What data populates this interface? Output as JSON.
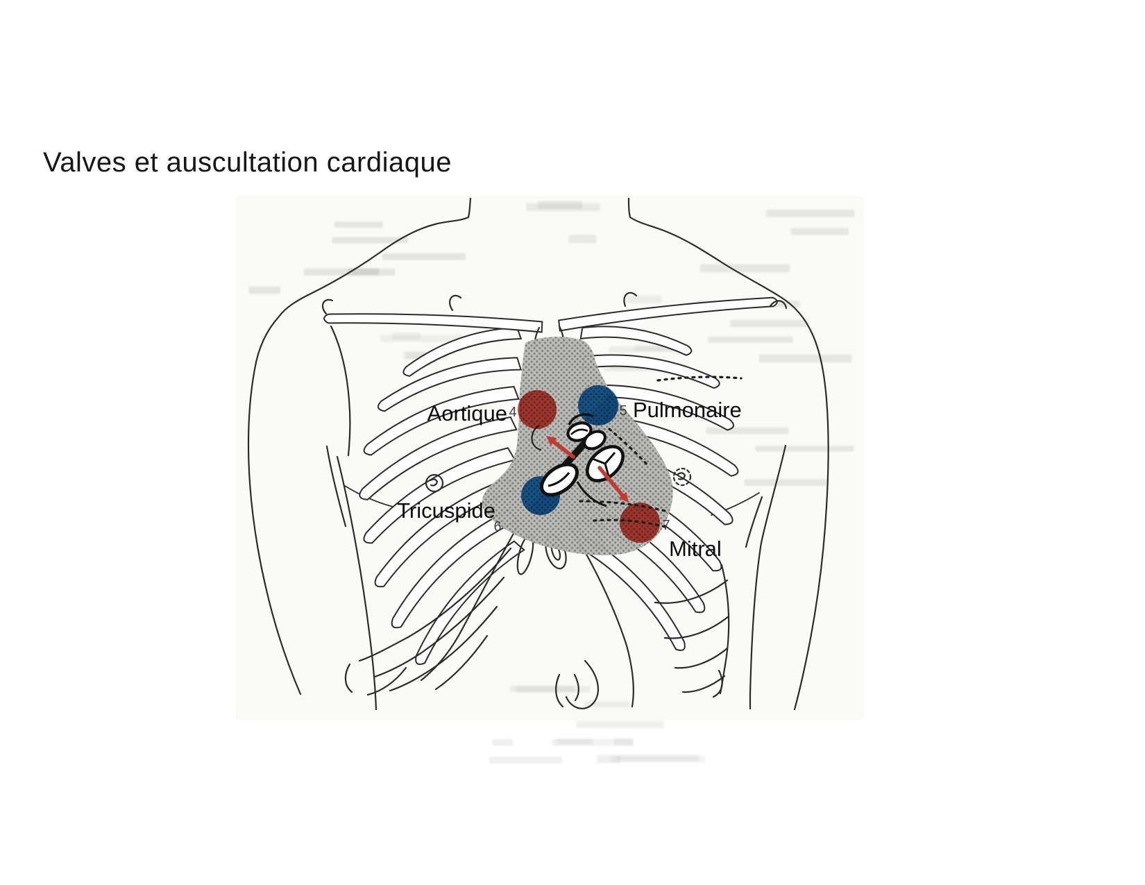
{
  "slide": {
    "title": "Valves et auscultation cardiaque"
  },
  "figure": {
    "description": "Anterior chest wall line drawing with rib cage, gray cardiac silhouette, valve cross-sections and the four auscultation areas",
    "heart_shadow_color": "#b6b6b4",
    "arrow_color": "#c23b30",
    "points": [
      {
        "label": "Aortique",
        "number": "4",
        "color": "#d6493e",
        "color_name": "red"
      },
      {
        "label": "Pulmonaire",
        "number": "5",
        "color": "#1f6eb4",
        "color_name": "blue"
      },
      {
        "label": "Tricuspide",
        "number": "6",
        "color": "#1f6eb4",
        "color_name": "blue"
      },
      {
        "label": "Mitral",
        "number": "7",
        "color": "#d6493e",
        "color_name": "red"
      }
    ]
  }
}
